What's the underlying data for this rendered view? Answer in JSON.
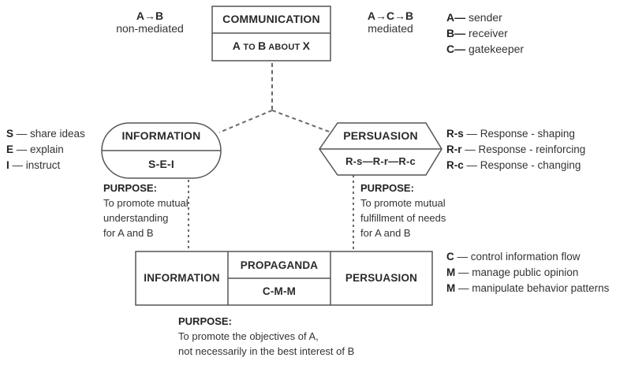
{
  "top": {
    "nonmediated": {
      "formula": "A→B",
      "label": "non-mediated"
    },
    "mediated": {
      "formula": "A→C→B",
      "label": "mediated"
    },
    "communication_box": {
      "title": "COMMUNICATION",
      "subtitle_parts": [
        "A",
        " TO ",
        "B",
        " ABOUT ",
        "X"
      ]
    },
    "legend": [
      {
        "key": "A—",
        "text": " sender"
      },
      {
        "key": "B—",
        "text": " receiver"
      },
      {
        "key": "C—",
        "text": " gatekeeper"
      }
    ]
  },
  "information": {
    "title": "INFORMATION",
    "code": "S-E-I",
    "legend": [
      {
        "key": "S",
        "text": " — share ideas"
      },
      {
        "key": "E",
        "text": " — explain"
      },
      {
        "key": "I",
        "text": " — instruct"
      }
    ],
    "purpose_heading": "PURPOSE:",
    "purpose_lines": [
      "To promote mutual",
      "understanding",
      "for A and B"
    ]
  },
  "persuasion": {
    "title": "PERSUASION",
    "code": "R-s—R-r—R-c",
    "legend": [
      {
        "key": "R-s",
        "text": " — Response - shaping"
      },
      {
        "key": "R-r",
        "text": " — Response - reinforcing"
      },
      {
        "key": "R-c",
        "text": " — Response - changing"
      }
    ],
    "purpose_heading": "PURPOSE:",
    "purpose_lines": [
      "To promote mutual",
      "fulfillment of needs",
      "for A and B"
    ]
  },
  "propaganda": {
    "left_label": "INFORMATION",
    "title": "PROPAGANDA",
    "code": "C-M-M",
    "right_label": "PERSUASION",
    "legend": [
      {
        "key": "C",
        "text": " — control information flow"
      },
      {
        "key": "M",
        "text": " — manage public opinion"
      },
      {
        "key": "M",
        "text": " — manipulate behavior patterns"
      }
    ],
    "purpose_heading": "PURPOSE:",
    "purpose_lines": [
      "To promote the objectives of A,",
      "not necessarily in the best interest of B"
    ]
  },
  "colors": {
    "stroke": "#555555",
    "dash": "#6a6a6a",
    "text": "#2b2b2b"
  }
}
